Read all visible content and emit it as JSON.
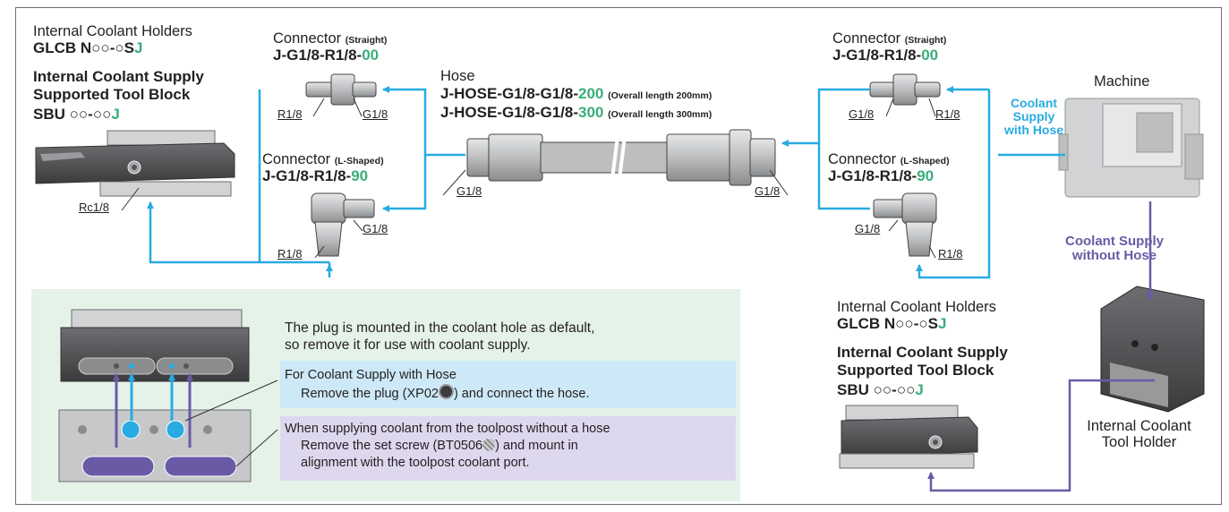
{
  "left_block": {
    "holder_title": "Internal Coolant Holders",
    "holder_code_prefix": "GLCB N○○-○S",
    "holder_code_suffix": "J",
    "block_title_line1": "Internal Coolant Supply",
    "block_title_line2": "Supported Tool Block",
    "block_code_prefix": "SBU ○○-○○",
    "block_code_suffix": "J",
    "port_label": "Rc1/8"
  },
  "connector_straight_left": {
    "title": "Connector",
    "note": "(Straight)",
    "code_prefix": "J-G1/8-R1/8-",
    "code_suffix": "00",
    "label_a": "R1/8",
    "label_b": "G1/8"
  },
  "connector_l_left": {
    "title": "Connector",
    "note": "(L-Shaped)",
    "code_prefix": "J-G1/8-R1/8-",
    "code_suffix": "90",
    "label_a": "G1/8",
    "label_b": "R1/8"
  },
  "hose": {
    "title": "Hose",
    "code1_prefix": "J-HOSE-G1/8-G1/8-",
    "code1_suffix": "200",
    "code1_note": "(Overall length 200mm)",
    "code2_prefix": "J-HOSE-G1/8-G1/8-",
    "code2_suffix": "300",
    "code2_note": "(Overall length 300mm)",
    "label_left": "G1/8",
    "label_right": "G1/8"
  },
  "connector_straight_right": {
    "title": "Connector",
    "note": "(Straight)",
    "code_prefix": "J-G1/8-R1/8-",
    "code_suffix": "00",
    "label_a": "G1/8",
    "label_b": "R1/8"
  },
  "connector_l_right": {
    "title": "Connector",
    "note": "(L-Shaped)",
    "code_prefix": "J-G1/8-R1/8-",
    "code_suffix": "90",
    "label_a": "G1/8",
    "label_b": "R1/8"
  },
  "machine": {
    "title": "Machine",
    "hose_supply_line1": "Coolant",
    "hose_supply_line2": "Supply",
    "hose_supply_line3": "with Hose",
    "nohose_line1": "Coolant Supply",
    "nohose_line2": "without Hose"
  },
  "right_block": {
    "holder_title": "Internal Coolant Holders",
    "holder_code_prefix": "GLCB N○○-○S",
    "holder_code_suffix": "J",
    "block_title_line1": "Internal Coolant Supply",
    "block_title_line2": "Supported Tool Block",
    "block_code_prefix": "SBU ○○-○○",
    "block_code_suffix": "J",
    "tool_holder_line1": "Internal Coolant",
    "tool_holder_line2": "Tool Holder"
  },
  "notes": {
    "intro_line1": "The plug is mounted in the coolant hole as default,",
    "intro_line2": "so remove it for use with coolant supply.",
    "hose_title": "For Coolant Supply with Hose",
    "hose_text_a": "Remove the plug (XP02",
    "hose_text_b": ") and connect the hose.",
    "nohose_title": "When supplying coolant from the toolpost without a hose",
    "nohose_text_a": "Remove the set screw (BT0506",
    "nohose_text_b": ") and mount in",
    "nohose_text_c": "alignment with the toolpost coolant port."
  },
  "colors": {
    "hose_flow": "#29abe2",
    "nohose_flow": "#6a5aa6",
    "code_accent": "#3aae7a",
    "note_bg": "#e4f2e8"
  }
}
